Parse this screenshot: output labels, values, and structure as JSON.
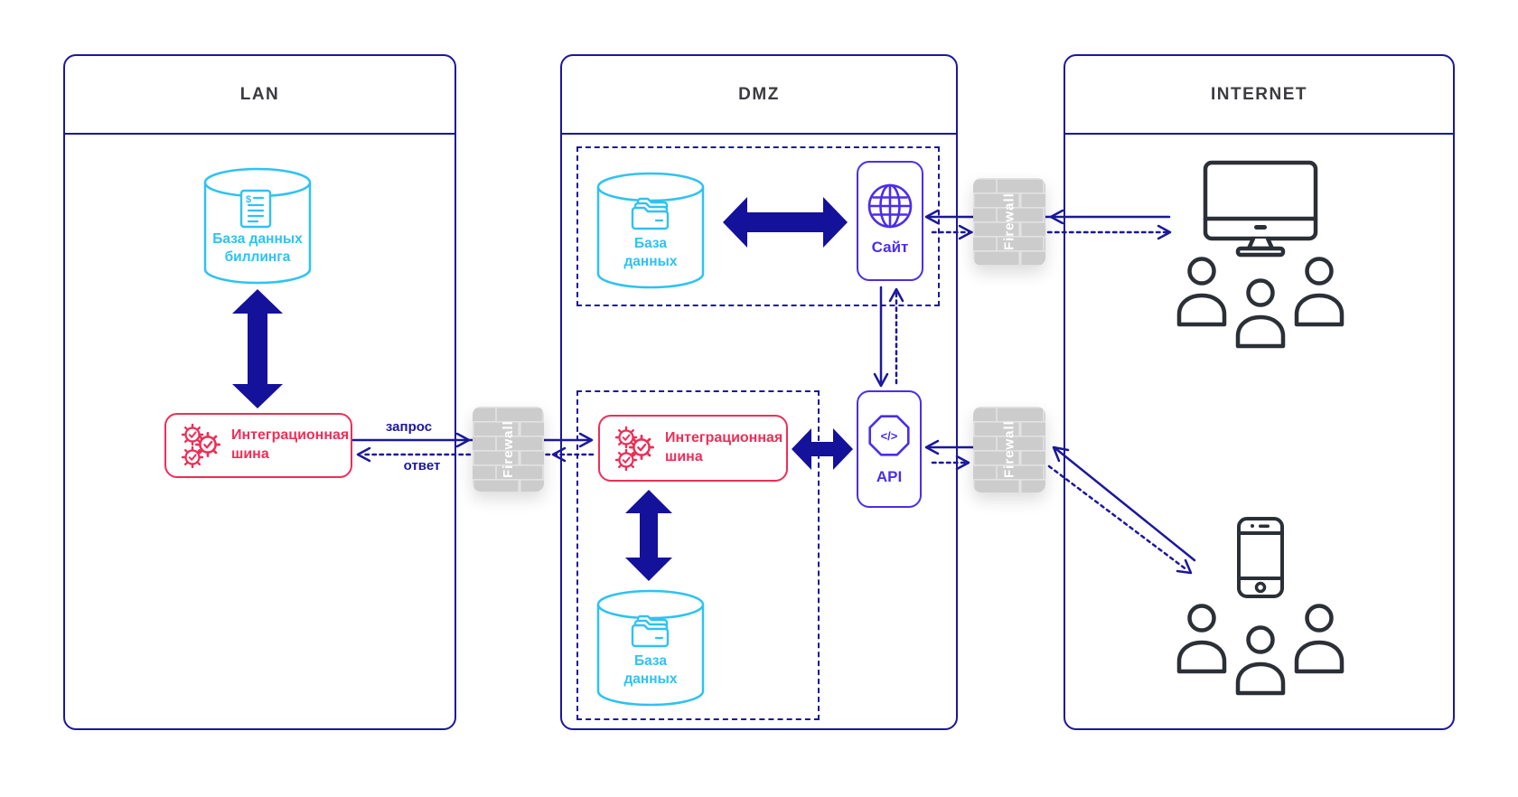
{
  "colors": {
    "zone_border_navy": "#1b189c",
    "arrow_navy": "#14119b",
    "database_cyan": "#2fc2f2",
    "bus_red": "#ef2e57",
    "site_api_purple": "#4c2deb",
    "firewall_gray": "#cccccc",
    "device_dark": "#2b2f36"
  },
  "zones": {
    "lan": {
      "title": "LAN"
    },
    "dmz": {
      "title": "DMZ"
    },
    "internet": {
      "title": "INTERNET"
    }
  },
  "nodes": {
    "billing_db": {
      "label": "База данных\nбиллинга"
    },
    "lan_integration_bus": {
      "label": "Интеграционная\nшина"
    },
    "dmz_site_db": {
      "label": "База\nданных"
    },
    "site": {
      "label": "Сайт"
    },
    "dmz_integration_bus": {
      "label": "Интеграционная\nшина"
    },
    "api": {
      "label": "API"
    },
    "dmz_bus_db": {
      "label": "База\nданных"
    }
  },
  "edges": {
    "request_label": "запрос",
    "response_label": "ответ"
  },
  "firewalls": [
    {
      "label": "Firewall"
    },
    {
      "label": "Firewall"
    },
    {
      "label": "Firewall"
    }
  ],
  "icons": {
    "billing_currency_glyph": "$",
    "api_code_glyph": "</>"
  }
}
